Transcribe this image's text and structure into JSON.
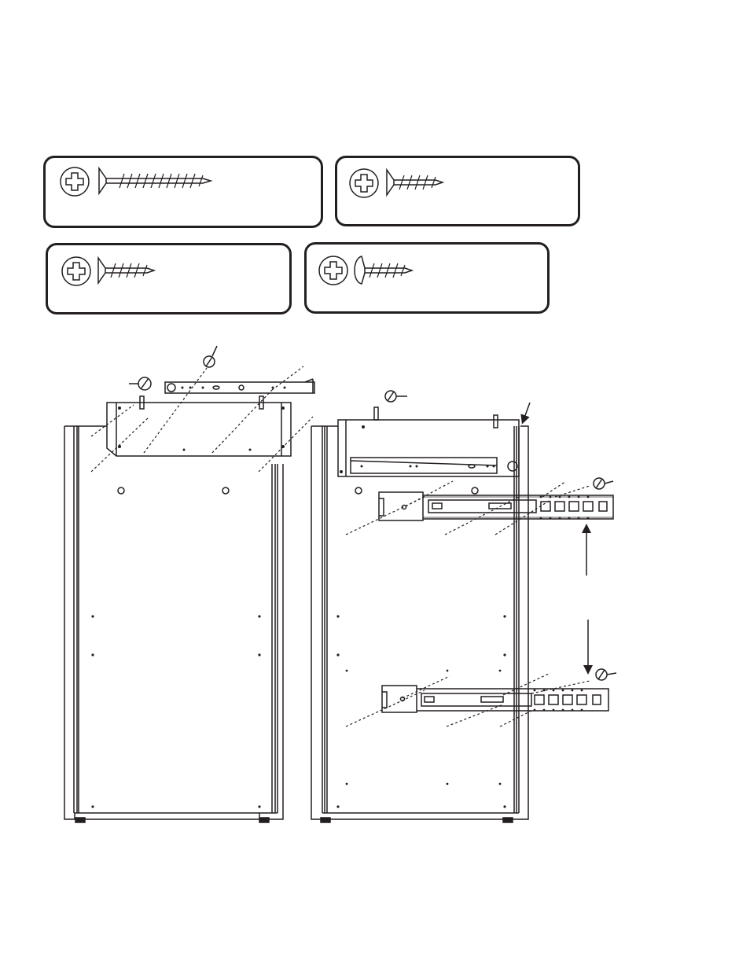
{
  "hardware": [
    {
      "id": "a",
      "icon": "long-flat-head-wood-screw-icon",
      "label": ""
    },
    {
      "id": "b",
      "icon": "flat-head-screw-icon",
      "label": ""
    },
    {
      "id": "c",
      "icon": "flat-head-screw-icon",
      "label": ""
    },
    {
      "id": "d",
      "icon": "pan-head-screw-icon",
      "label": ""
    }
  ],
  "colors": {
    "ink": "#231f20",
    "paper": "#ffffff"
  }
}
